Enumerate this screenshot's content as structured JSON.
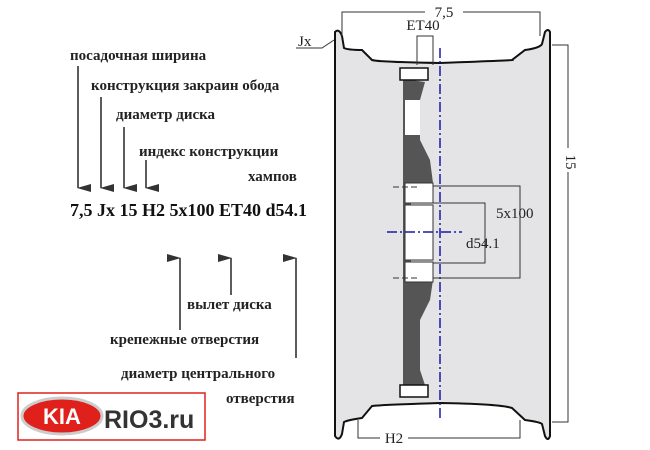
{
  "legend": {
    "top_labels": [
      "посадочная ширина",
      "конструкция закраин обода",
      "диаметр диска",
      "индекс конструкции",
      "хампов"
    ],
    "code": "7,5 Jx 15 H2 5x100 ET40 d54.1",
    "bottom_labels": [
      "вылет диска",
      "крепежные отверстия",
      "диаметр центрального",
      "отверстия"
    ]
  },
  "drawing": {
    "width_label": "7,5",
    "offset_label": "ET40",
    "flange_label": "Jx",
    "diameter_label": "15",
    "bolt_pattern_label": "5x100",
    "center_bore_label": "d54.1",
    "hump_label": "H2"
  },
  "logo": {
    "brand": "KIA",
    "site": "RIO3.ru"
  },
  "colors": {
    "centerline": "#1a1aa8",
    "logo_red": "#e0201b",
    "rim_fill": "#e4e4e6",
    "disc": "#555555"
  }
}
